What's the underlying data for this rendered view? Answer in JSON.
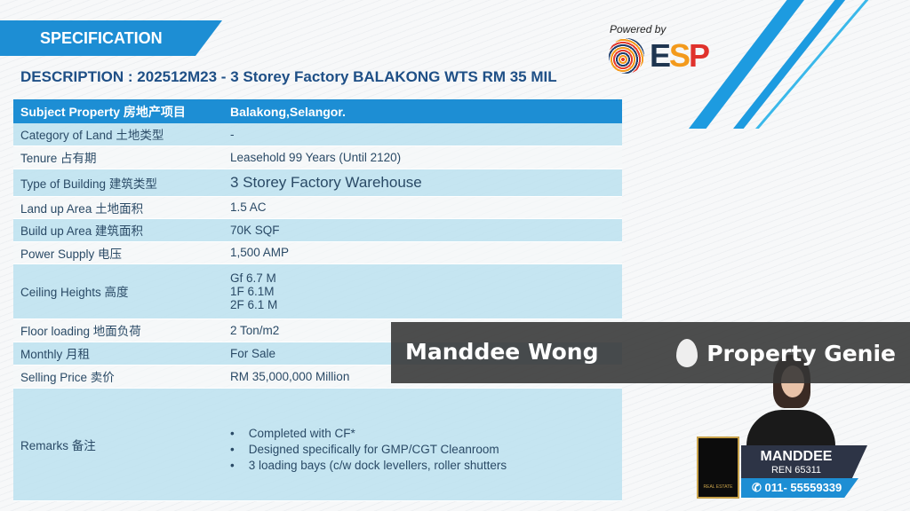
{
  "header": {
    "section": "SPECIFICATION",
    "description": "DESCRIPTION : 202512M23 - 3 Storey Factory BALAKONG WTS RM 35 MIL"
  },
  "branding": {
    "powered_by": "Powered by",
    "logo": "ESP",
    "accent": "#1d8ed4"
  },
  "table": {
    "header": {
      "label": "Subject Property 房地产项目",
      "value": "Balakong,Selangor."
    },
    "rows": [
      {
        "label": "Category of Land 土地类型",
        "value": "-"
      },
      {
        "label": "Tenure 占有期",
        "value": "Leasehold 99 Years (Until 2120)"
      },
      {
        "label": "Type of Building 建筑类型",
        "value": "3 Storey Factory Warehouse"
      },
      {
        "label": "Land up Area 土地面积",
        "value": "1.5 AC"
      },
      {
        "label": "Build up Area 建筑面积",
        "value": "70K SQF"
      },
      {
        "label": "Power Supply 电压",
        "value": "1,500 AMP"
      },
      {
        "label": "Ceiling Heights 高度",
        "values": [
          "Gf 6.7 M",
          "1F 6.1M",
          "2F 6.1 M"
        ]
      },
      {
        "label": "Floor loading 地面负荷",
        "value": "2 Ton/m2"
      },
      {
        "label": "Monthly 月租",
        "value": "For Sale"
      },
      {
        "label": "Selling Price 卖价",
        "value": "RM 35,000,000 Million"
      },
      {
        "label": "Remarks 备注",
        "values": [
          "Completed with CF*",
          "Designed specifically for GMP/CGT Cleanroom",
          "3 loading bays (c/w dock levellers, roller shutters"
        ]
      }
    ]
  },
  "overlay": {
    "agent_name": "Manddee Wong",
    "brand": "Property Genie"
  },
  "agent_card": {
    "name": "MANDDEE",
    "ren": "REN 65311",
    "phone": "011- 55559339",
    "award": "REAL ESTATE"
  }
}
